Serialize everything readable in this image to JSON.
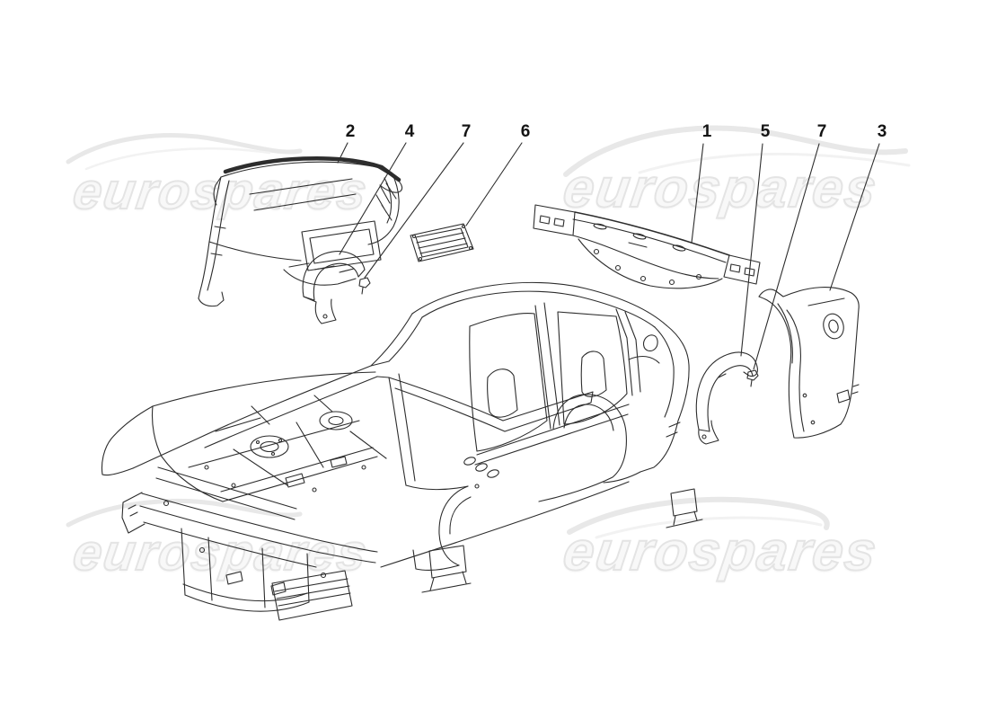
{
  "watermark": {
    "text": "eurospares"
  },
  "callouts": [
    {
      "label": "2"
    },
    {
      "label": "4"
    },
    {
      "label": "7"
    },
    {
      "label": "6"
    },
    {
      "label": "1"
    },
    {
      "label": "5"
    },
    {
      "label": "7"
    },
    {
      "label": "3"
    }
  ],
  "colors": {
    "ink": "#2d2d2d",
    "background": "#ffffff",
    "watermark_fill": "#f8f8f8",
    "watermark_stroke": "#e4e4e4",
    "swoosh": "#e8e8e8",
    "swoosh_light": "#f2f2f2"
  }
}
